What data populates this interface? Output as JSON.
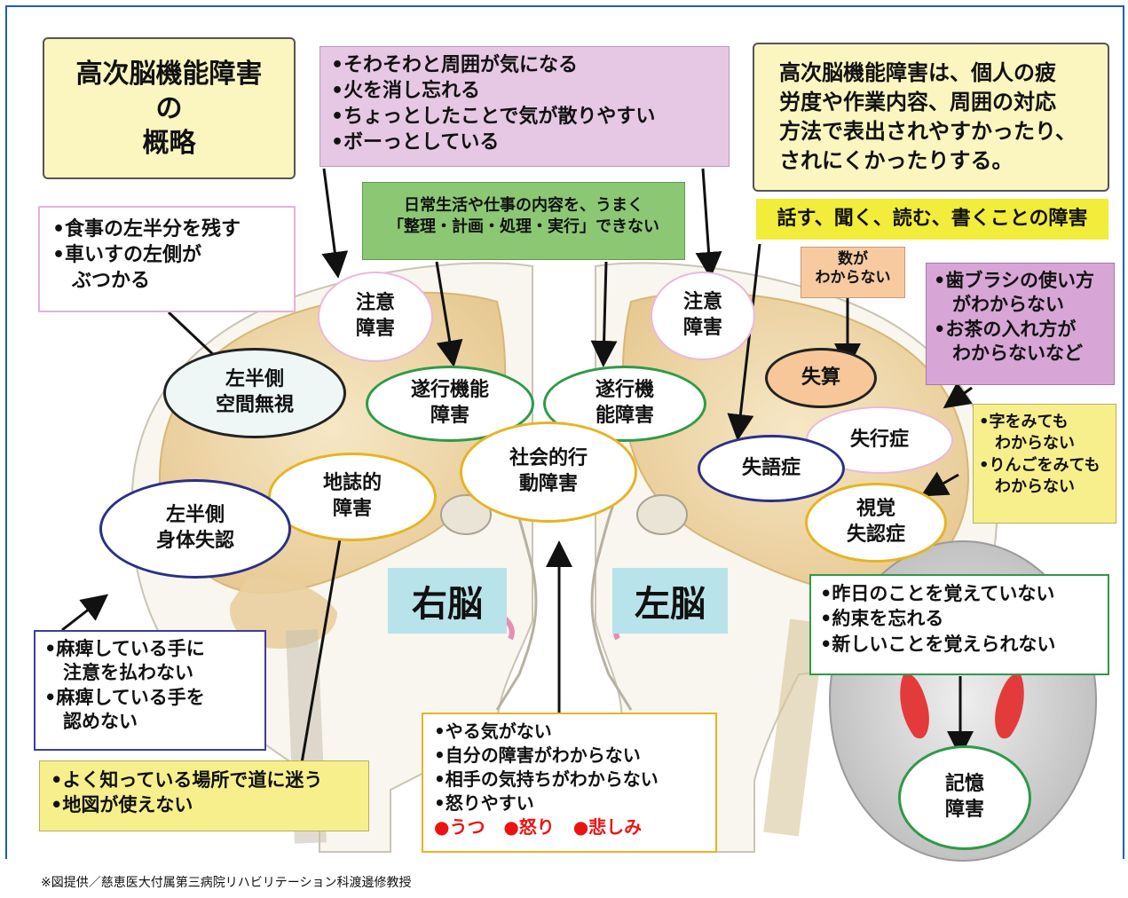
{
  "title_scroll": {
    "lines": [
      "高次脳機能障害",
      "の",
      "概略"
    ]
  },
  "note_scroll": {
    "lines": [
      "高次脳機能障害は、個人の疲",
      "労度や作業内容、周囲の対応",
      "方法で表出されやすかったり、",
      "されにくかったりする。"
    ]
  },
  "attention_box": {
    "lines": [
      "•そわそわと周囲が気になる",
      "•火を消し忘れる",
      "•ちょっとしたことで気が散りやすい",
      "•ボーっとしている"
    ]
  },
  "executive_box": {
    "lines": [
      "日常生活や仕事の内容を、うまく",
      "「整理・計画・処理・実行」できない"
    ]
  },
  "language_box": {
    "text": "話す、聞く、読む、書くことの障害"
  },
  "neglect_box": {
    "lines": [
      "•食事の左半分を残す",
      "•車いすの左側が",
      "　ぶつかる"
    ]
  },
  "calc_box": {
    "lines": [
      "数が",
      "わからない"
    ]
  },
  "apraxia_box": {
    "lines": [
      "•歯ブラシの使い方",
      "　がわからない",
      "•お茶の入れ方が",
      "　わからないなど"
    ]
  },
  "agnosia_box": {
    "lines": [
      "•字をみても",
      "　わからない",
      "•りんごをみても",
      "　わからない"
    ]
  },
  "somato_box": {
    "lines": [
      "•麻痺している手に",
      "　注意を払わない",
      "•麻痺している手を",
      "　認めない"
    ]
  },
  "topo_box": {
    "lines": [
      "•よく知っている場所で道に迷う",
      "•地図が使えない"
    ]
  },
  "social_box": {
    "lines": [
      "•やる気がない",
      "•自分の障害がわからない",
      "•相手の気持ちがわからない",
      "•怒りやすい"
    ],
    "emotions": [
      "うつ",
      "怒り",
      "悲しみ"
    ],
    "bullet": "●"
  },
  "memory_box": {
    "lines": [
      "•昨日のことを覚えていない",
      "•約束を忘れる",
      "•新しいことを覚えられない"
    ]
  },
  "ovals": {
    "attention_right": [
      "注意",
      "障害"
    ],
    "attention_left": [
      "注意",
      "障害"
    ],
    "neglect": [
      "左半側",
      "空間無視"
    ],
    "exec_right": [
      "遂行機能",
      "障害"
    ],
    "exec_left": [
      "遂行機",
      "能障害"
    ],
    "social": [
      "社会的行",
      "動障害"
    ],
    "topo": [
      "地誌的",
      "障害"
    ],
    "somato": [
      "左半側",
      "身体失認"
    ],
    "acalculia": [
      "失算"
    ],
    "apraxia": [
      "失行症"
    ],
    "aphasia": [
      "失語症"
    ],
    "visual_agnosia": [
      "視覚",
      "失認症"
    ],
    "memory": [
      "記憶",
      "障害"
    ]
  },
  "labels": {
    "right_brain": "右脳",
    "left_brain": "左脳"
  },
  "footer": {
    "credit": "※図提供／慈恵医大付属第三病院リハビリテーション科渡邊修教授"
  },
  "colors": {
    "frame": "#1a5fb4",
    "pink_box": "#e6c8e4",
    "green_box": "#8cc874",
    "yellow_box": "#f2ec3a",
    "orange_box": "#f7caa0",
    "label_bg": "#b9e3ea",
    "emotion_red": "#e11111"
  }
}
